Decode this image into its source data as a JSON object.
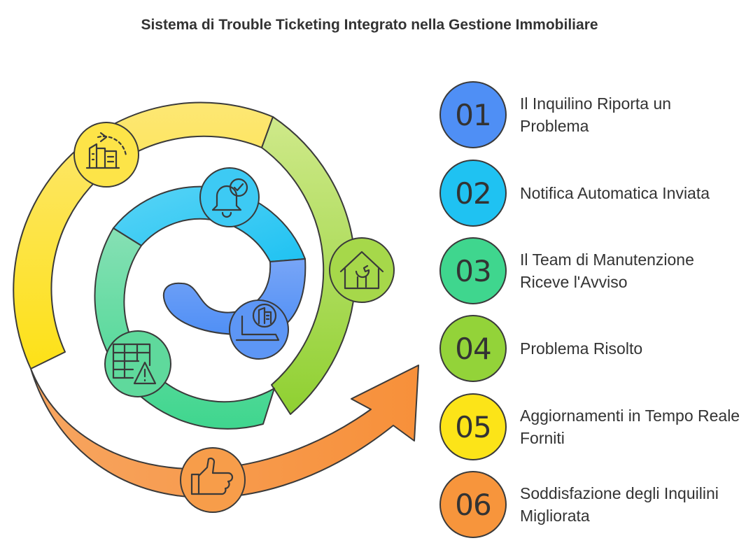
{
  "title": "Sistema di Trouble Ticketing Integrato nella Gestione Immobiliare",
  "steps": [
    {
      "number": "01",
      "label": "Il Inquilino Riporta un Problema",
      "color": "#4f8ff5"
    },
    {
      "number": "02",
      "label": "Notifica Automatica Inviata",
      "color": "#1fc2f2"
    },
    {
      "number": "03",
      "label": "Il Team di Manutenzione Riceve l'Avviso",
      "color": "#3fd68e"
    },
    {
      "number": "04",
      "label": "Problema Risolto",
      "color": "#93d339"
    },
    {
      "number": "05",
      "label": "Aggiornamenti in Tempo Reale Forniti",
      "color": "#fce418"
    },
    {
      "number": "06",
      "label": "Soddisfazione degli Inquilini Migliorata",
      "color": "#f7953c"
    }
  ],
  "icons": [
    "building-refresh-icon",
    "bell-check-icon",
    "house-wrench-icon",
    "laptop-building-icon",
    "spreadsheet-warning-icon",
    "thumbs-up-icon"
  ],
  "colors": {
    "outline": "#3a3a3a",
    "text": "#333333"
  }
}
